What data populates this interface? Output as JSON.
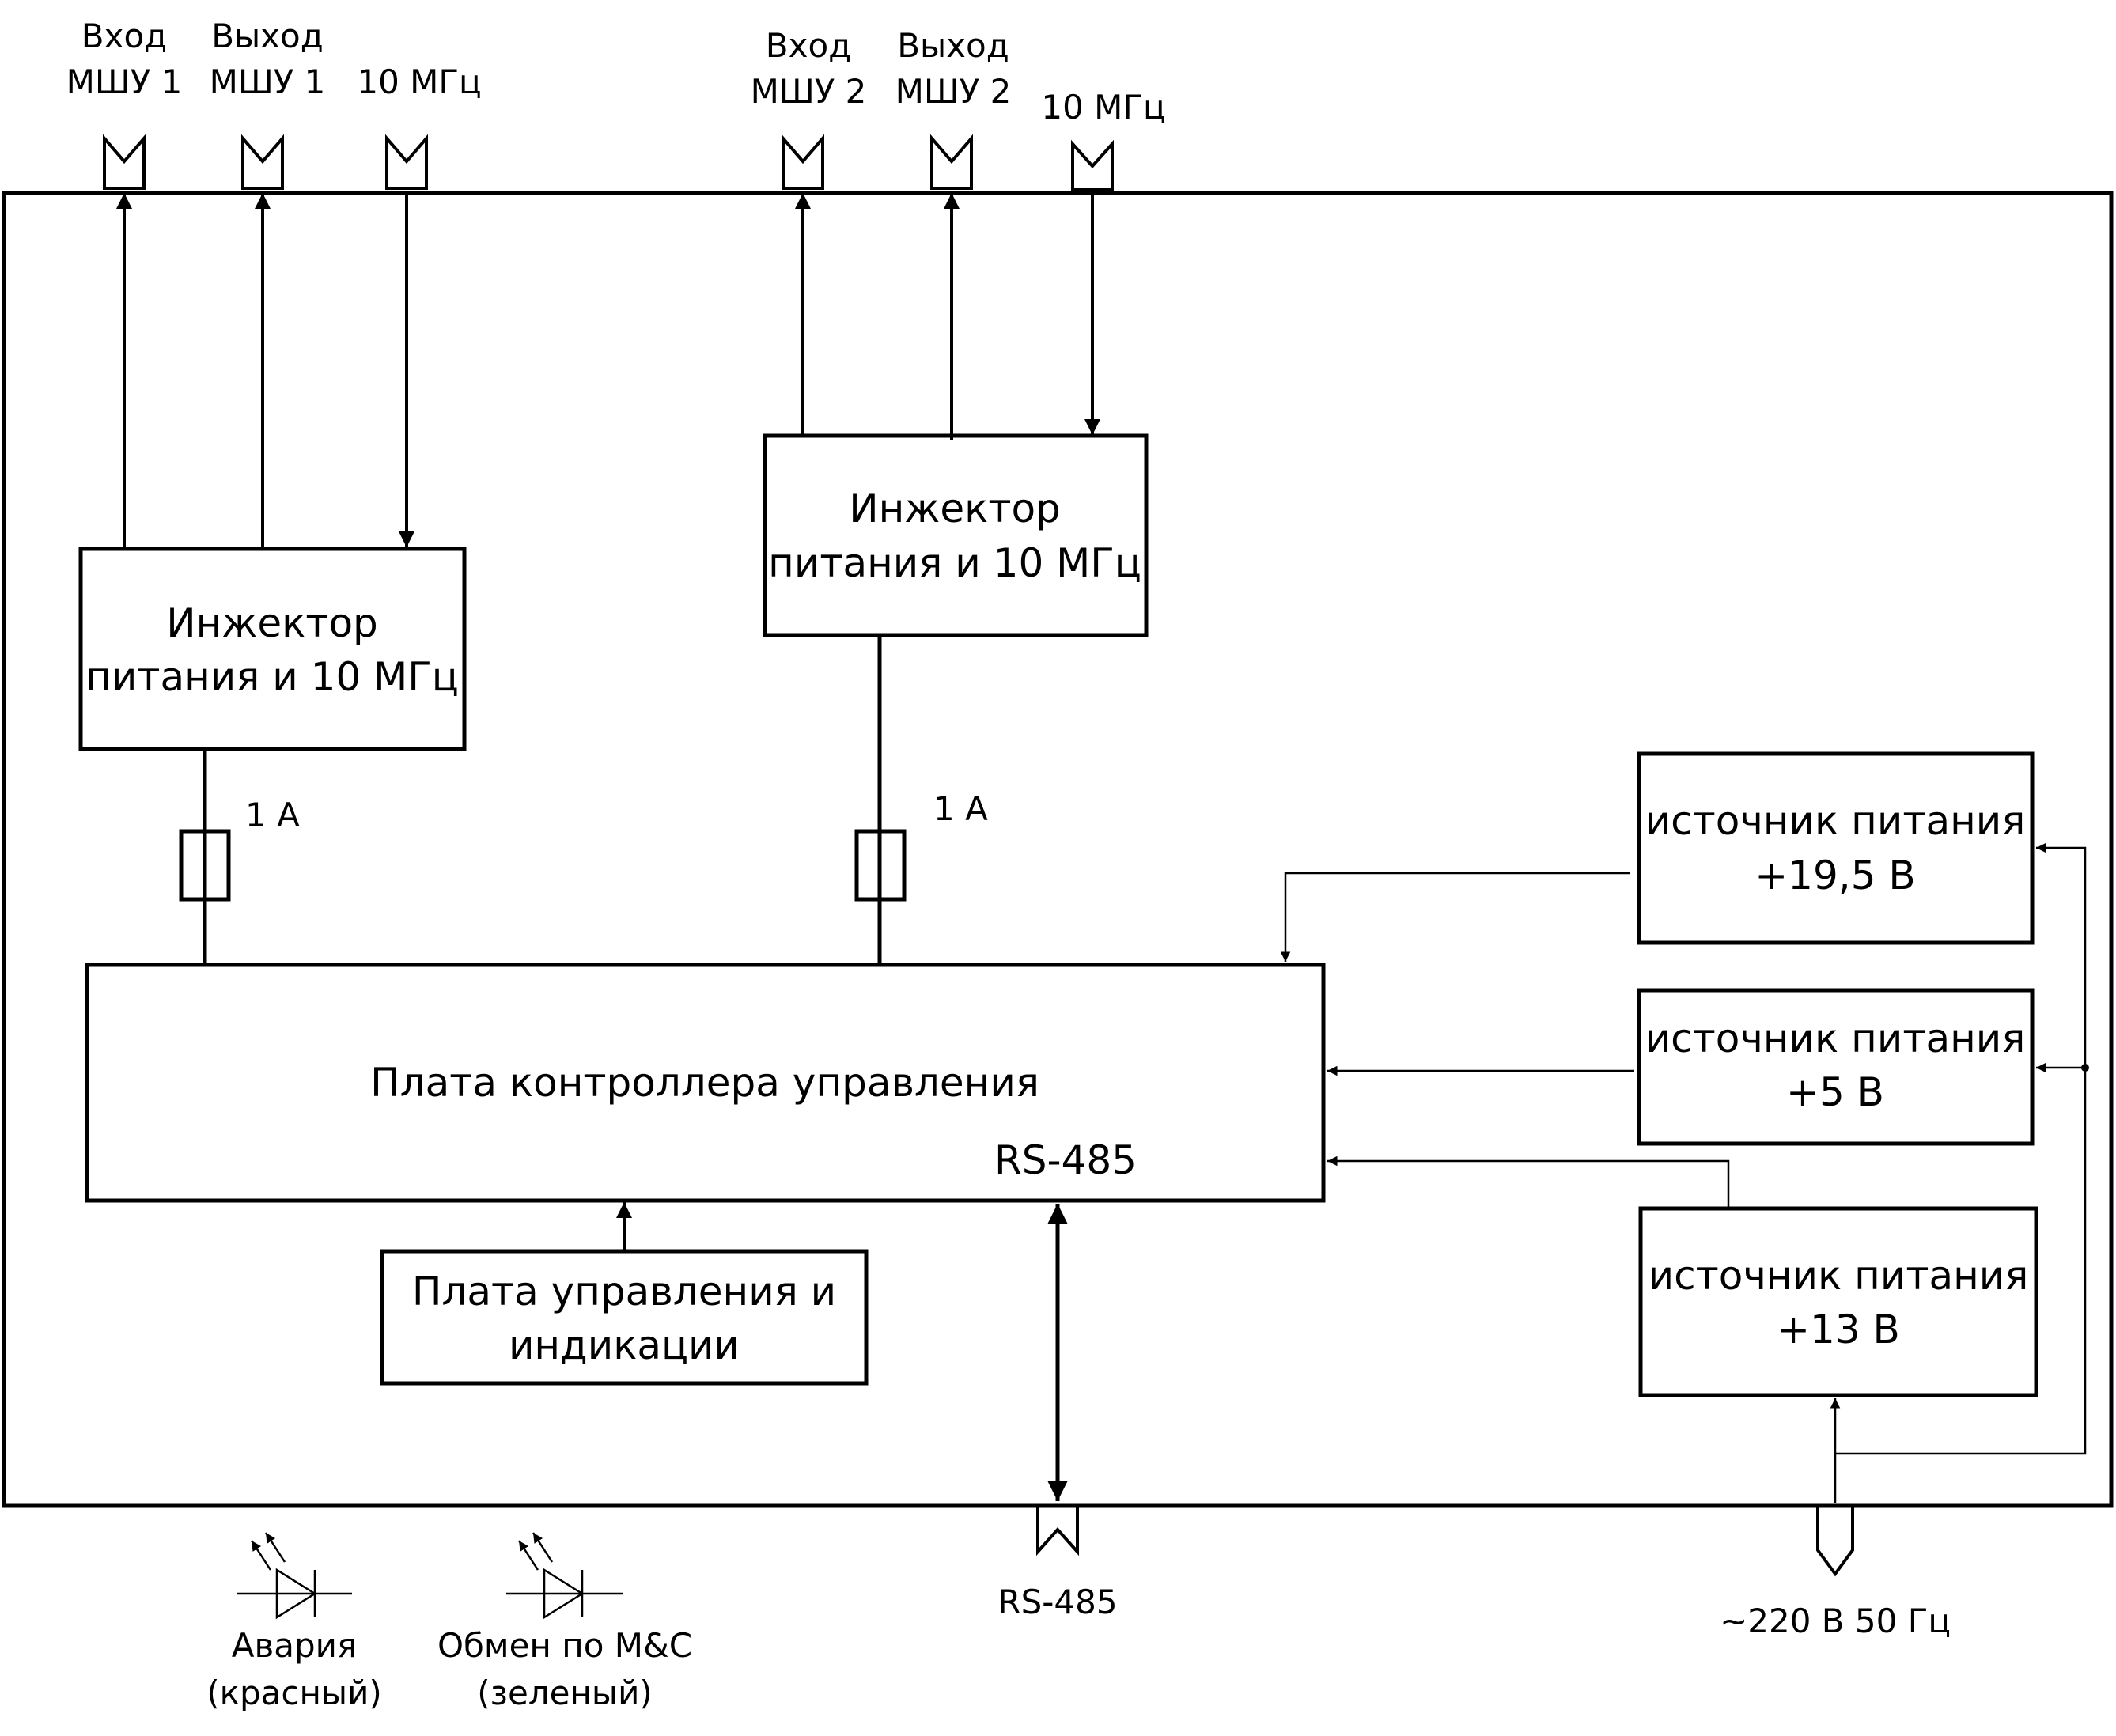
{
  "connectors_top": {
    "lna1_in": [
      "Вход",
      "МШУ 1"
    ],
    "lna1_out": [
      "Выход",
      "МШУ 1"
    ],
    "ref1": "10 МГц",
    "lna2_in": [
      "Вход",
      "МШУ 2"
    ],
    "lna2_out": [
      "Выход",
      "МШУ 2"
    ],
    "ref2": "10 МГц"
  },
  "injector1": [
    "Инжектор",
    "питания и 10 МГц"
  ],
  "injector2": [
    "Инжектор",
    "питания и 10 МГц"
  ],
  "fuse1": "1 А",
  "fuse2": "1 А",
  "controller": {
    "title": "Плата контроллера управления",
    "port": "RS-485"
  },
  "indication_board": [
    "Плата управления и",
    "индикации"
  ],
  "psu_19": [
    "источник питания",
    "+19,5 В"
  ],
  "psu_5": [
    "источник питания",
    "+5 В"
  ],
  "psu_13": [
    "источник питания",
    "+13 В"
  ],
  "bottom": {
    "rs485": "RS-485",
    "mains": "~220 В 50 Гц",
    "led_alarm": [
      "Авария",
      "(красный)"
    ],
    "led_mc": [
      "Обмен по M&C",
      "(зеленый)"
    ]
  }
}
